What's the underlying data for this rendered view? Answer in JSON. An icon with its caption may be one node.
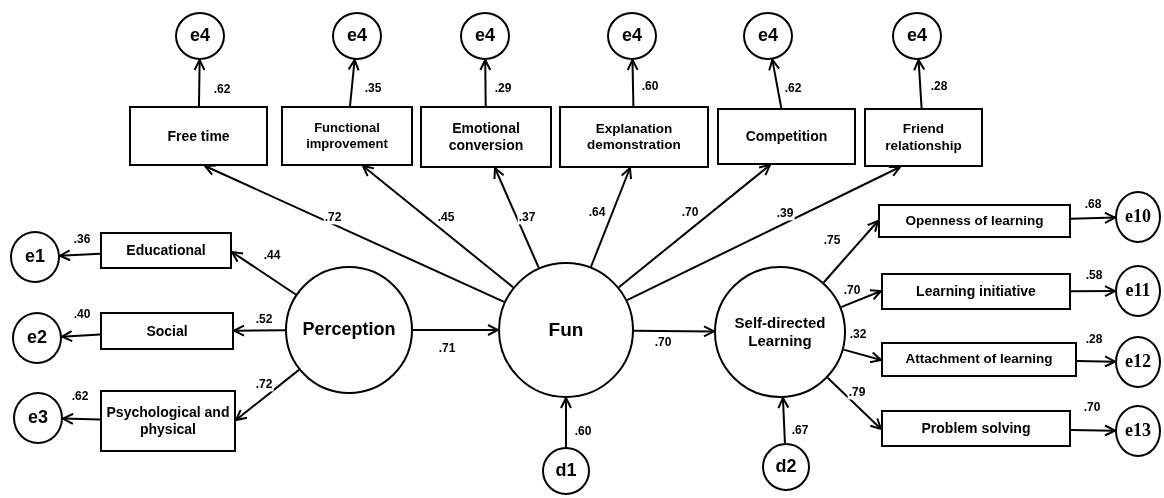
{
  "diagram": {
    "nodes": [
      {
        "text": [
          "e4"
        ]
      },
      {
        "text": [
          "e4"
        ]
      },
      {
        "text": [
          "e4"
        ]
      },
      {
        "text": [
          "e4"
        ]
      },
      {
        "text": [
          "e4"
        ]
      },
      {
        "text": [
          "e4"
        ]
      },
      {
        "text": [
          "Free time"
        ]
      },
      {
        "text": [
          "Functional improvement"
        ]
      },
      {
        "text": [
          "Emotional conversion"
        ]
      },
      {
        "text": [
          "Explanation demonstration"
        ]
      },
      {
        "text": [
          "Competition"
        ]
      },
      {
        "text": [
          "Friend relationship"
        ]
      },
      {
        "text": [
          "e1"
        ]
      },
      {
        "text": [
          "Educational"
        ]
      },
      {
        "text": [
          "e2"
        ]
      },
      {
        "text": [
          "Social"
        ]
      },
      {
        "text": [
          "e3"
        ]
      },
      {
        "text": [
          "Psychological and physical"
        ]
      },
      {
        "text": [
          "Perception"
        ]
      },
      {
        "text": [
          "Fun"
        ]
      },
      {
        "text": [
          "Self-directed Learning"
        ]
      },
      {
        "text": [
          "Openness of learning"
        ]
      },
      {
        "text": [
          "e10"
        ]
      },
      {
        "text": [
          "Learning initiative"
        ]
      },
      {
        "text": [
          "e11"
        ]
      },
      {
        "text": [
          "Attachment of learning"
        ]
      },
      {
        "text": [
          "e12"
        ]
      },
      {
        "text": [
          "Problem solving"
        ]
      },
      {
        "text": [
          "e13"
        ]
      },
      {
        "text": [
          "d1"
        ]
      },
      {
        "text": [
          "d2"
        ]
      }
    ],
    "edges": [
      {
        "from": 6,
        "to": 0,
        "arrow": "to",
        "label": ".62"
      },
      {
        "from": 7,
        "to": 1,
        "arrow": "to",
        "label": ".35"
      },
      {
        "from": 8,
        "to": 2,
        "arrow": "to",
        "label": ".29"
      },
      {
        "from": 9,
        "to": 3,
        "arrow": "to",
        "label": ".60"
      },
      {
        "from": 10,
        "to": 4,
        "arrow": "to",
        "label": ".62"
      },
      {
        "from": 11,
        "to": 5,
        "arrow": "to",
        "label": ".28"
      },
      {
        "from": 19,
        "to": 6,
        "arrow": "to",
        "label": ".72"
      },
      {
        "from": 19,
        "to": 7,
        "arrow": "to",
        "label": ".45"
      },
      {
        "from": 19,
        "to": 8,
        "arrow": "to",
        "label": ".37"
      },
      {
        "from": 19,
        "to": 9,
        "arrow": "to",
        "label": ".64"
      },
      {
        "from": 19,
        "to": 10,
        "arrow": "to",
        "label": ".70"
      },
      {
        "from": 19,
        "to": 11,
        "arrow": "to",
        "label": ".39"
      },
      {
        "from": 18,
        "to": 13,
        "arrow": "to",
        "label": ".44"
      },
      {
        "from": 18,
        "to": 15,
        "arrow": "to",
        "label": ".52"
      },
      {
        "from": 18,
        "to": 17,
        "arrow": "to",
        "label": ".72"
      },
      {
        "from": 13,
        "to": 12,
        "arrow": "to",
        "label": ".36"
      },
      {
        "from": 15,
        "to": 14,
        "arrow": "to",
        "label": ".40"
      },
      {
        "from": 17,
        "to": 16,
        "arrow": "to",
        "label": ".62"
      },
      {
        "from": 18,
        "to": 19,
        "arrow": "to",
        "label": ".71"
      },
      {
        "from": 19,
        "to": 20,
        "arrow": "to",
        "label": ".70"
      },
      {
        "from": 29,
        "to": 19,
        "arrow": "to",
        "label": ".60"
      },
      {
        "from": 30,
        "to": 20,
        "arrow": "to",
        "label": ".67"
      },
      {
        "from": 20,
        "to": 21,
        "arrow": "to",
        "label": ".75"
      },
      {
        "from": 20,
        "to": 23,
        "arrow": "to",
        "label": ".70"
      },
      {
        "from": 20,
        "to": 25,
        "arrow": "to",
        "label": ".32"
      },
      {
        "from": 20,
        "to": 27,
        "arrow": "to",
        "label": ".79"
      },
      {
        "from": 21,
        "to": 22,
        "arrow": "to",
        "label": ".68"
      },
      {
        "from": 23,
        "to": 24,
        "arrow": "to",
        "label": ".58"
      },
      {
        "from": 25,
        "to": 26,
        "arrow": "to",
        "label": ".28"
      },
      {
        "from": 27,
        "to": 28,
        "arrow": "to",
        "label": ".70"
      }
    ]
  }
}
